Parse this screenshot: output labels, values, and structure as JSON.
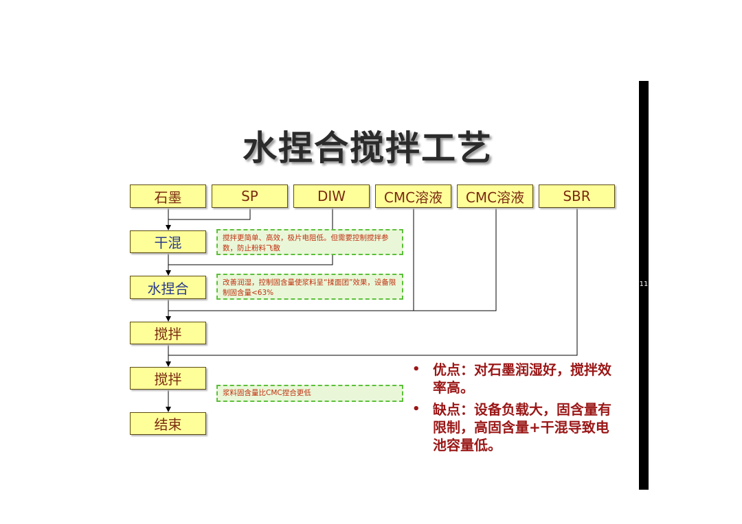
{
  "title": "水捏合搅拌工艺",
  "top_materials": [
    "石墨",
    "SP",
    "DIW",
    "CMC溶液",
    "CMC溶液",
    "SBR"
  ],
  "process_steps": [
    "干混",
    "水捏合",
    "搅拌",
    "搅拌",
    "结束"
  ],
  "notes": {
    "dry_mix": "搅拌更简单、高效，极片电阻低。但需要控制搅拌参数，防止粉料飞散",
    "kneading": "改善润湿，控制固含量使浆料呈“揉面团”效果，设备限制固含量<63%",
    "stirring": "浆料固含量比CMC捏合更低"
  },
  "bullets": {
    "pros": "优点：对石墨润湿好，搅拌效率高。",
    "cons": "缺点：设备负载大，固含量有限制，高固含量+干混导致电池容量低。",
    "bullet_char": "•"
  },
  "page_number": "11",
  "colors": {
    "box_fill": "#ffff99",
    "box_border": "#5a4a10",
    "material_text": "#7a2a10",
    "note_fill": "#e9f7d8",
    "note_border": "#5bbf3a",
    "note_text": "#c03010",
    "bullet_text": "#9a1616"
  }
}
